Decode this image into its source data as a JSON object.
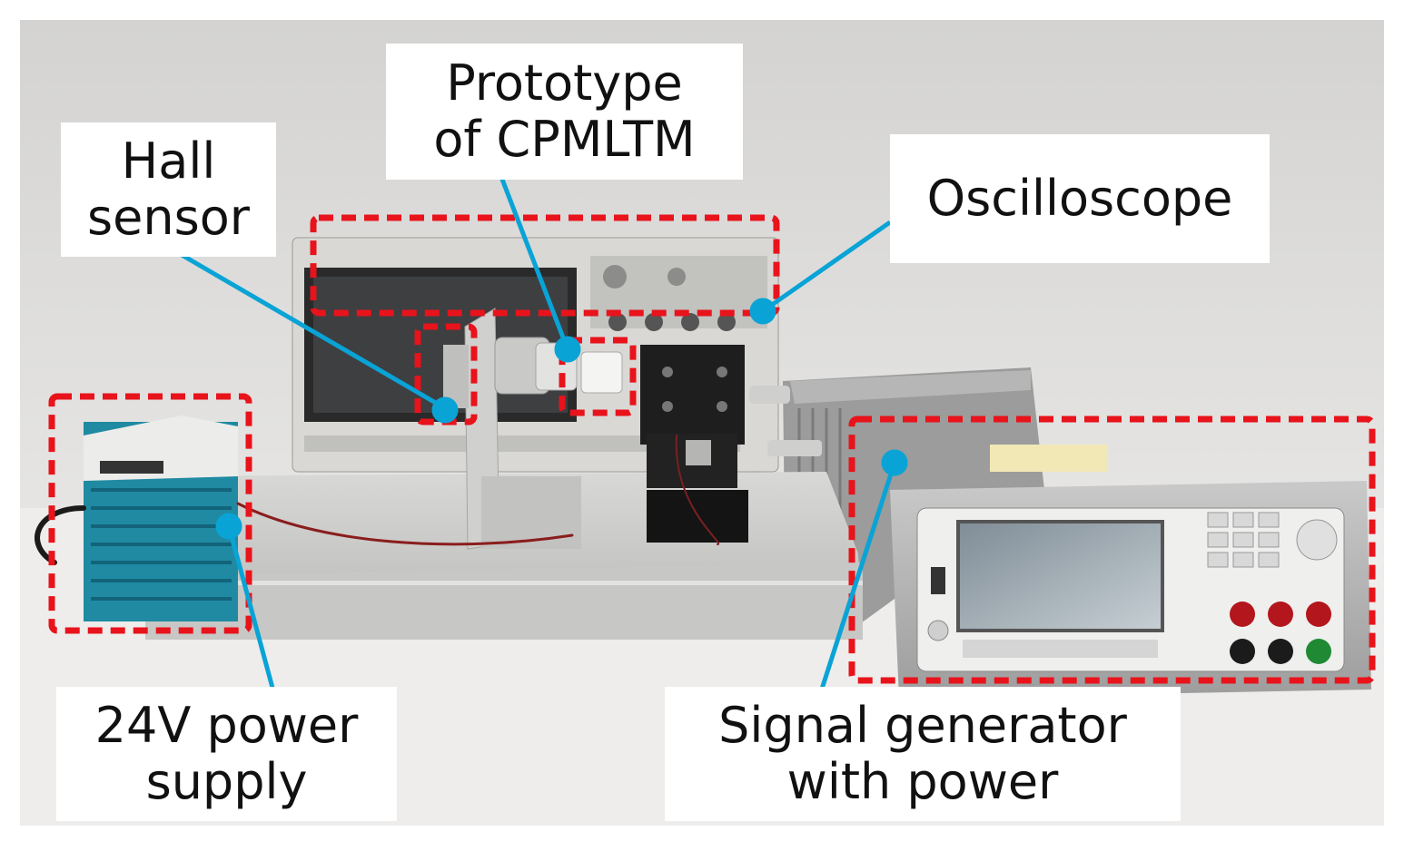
{
  "labels": {
    "prototype": {
      "line1": "Prototype",
      "line2": "of CPMLTM"
    },
    "hall_sensor": {
      "line1": "Hall",
      "line2": "sensor"
    },
    "oscilloscope": {
      "line1": "Oscilloscope"
    },
    "power_supply": {
      "line1": "24V power",
      "line2": "supply"
    },
    "signal_generator": {
      "line1": "Signal generator",
      "line2": "with power"
    }
  },
  "colors": {
    "highlight_box": "#e8131b",
    "leader_line": "#0aa3d6",
    "label_background": "#ffffff"
  }
}
